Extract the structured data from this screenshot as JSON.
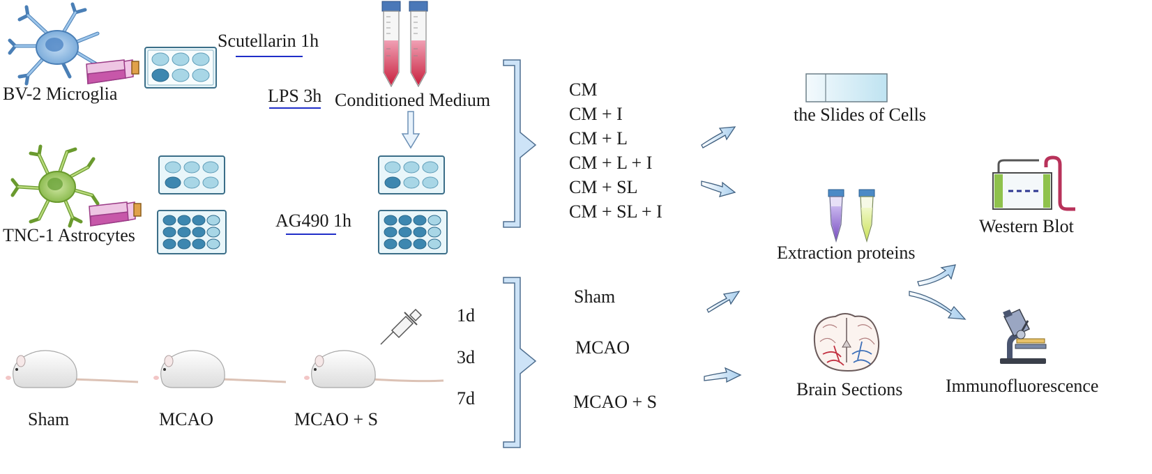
{
  "cells": {
    "microglia_label": "BV-2 Microglia",
    "astrocytes_label": "TNC-1 Astrocytes"
  },
  "treatments": {
    "scutellarin": "Scutellarin 1h",
    "lps": "LPS 3h",
    "ag490": "AG490 1h",
    "conditioned_medium": "Conditioned Medium"
  },
  "cell_groups": [
    "CM",
    "CM + I",
    "CM + L",
    "CM + L + I",
    "CM + SL",
    "CM + SL + I"
  ],
  "animals": {
    "sham": "Sham",
    "mcao": "MCAO",
    "mcao_s": "MCAO + S"
  },
  "timepoints": [
    "1d",
    "3d",
    "7d"
  ],
  "animal_groups": [
    "Sham",
    "MCAO",
    "MCAO + S"
  ],
  "outputs": {
    "slides": "the Slides of Cells",
    "extraction": "Extraction  proteins",
    "brain": "Brain Sections",
    "western": "Western Blot",
    "immuno": "Immunofluorescence"
  },
  "colors": {
    "microglia": "#7fb2e0",
    "astrocyte": "#8fc24c",
    "plate_well": "#a8d6e6",
    "plate_well_dark": "#3d87b0",
    "bracket": "#cde3f7",
    "tube_red": "#d8395a",
    "flask": "#c757a9",
    "underline": "#1f2dc8"
  }
}
